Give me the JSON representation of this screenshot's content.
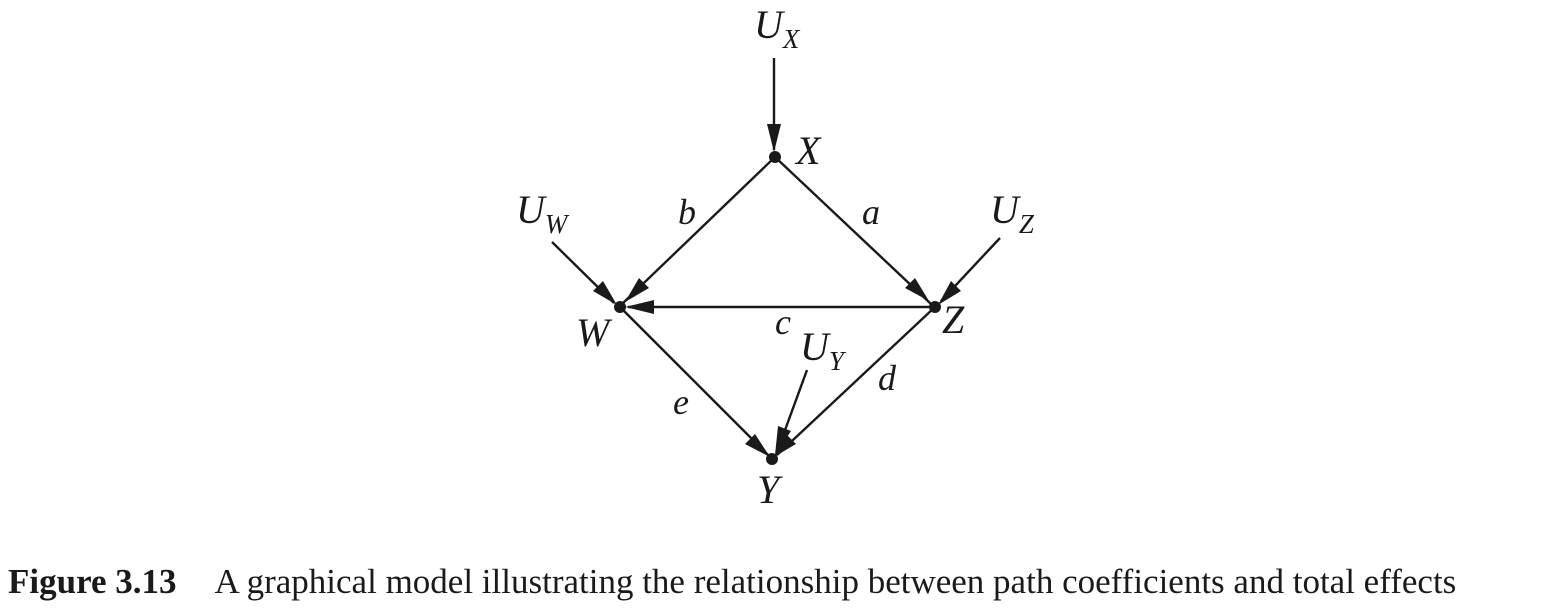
{
  "diagram": {
    "nodes": [
      {
        "id": "X",
        "label": "X"
      },
      {
        "id": "W",
        "label": "W"
      },
      {
        "id": "Z",
        "label": "Z"
      },
      {
        "id": "Y",
        "label": "Y"
      }
    ],
    "error_terms": [
      {
        "id": "UX",
        "base": "U",
        "sub": "X",
        "target": "X"
      },
      {
        "id": "UW",
        "base": "U",
        "sub": "W",
        "target": "W"
      },
      {
        "id": "UZ",
        "base": "U",
        "sub": "Z",
        "target": "Z"
      },
      {
        "id": "UY",
        "base": "U",
        "sub": "Y",
        "target": "Y"
      }
    ],
    "edges": [
      {
        "from": "X",
        "to": "W",
        "label": "b"
      },
      {
        "from": "X",
        "to": "Z",
        "label": "a"
      },
      {
        "from": "Z",
        "to": "W",
        "label": "c"
      },
      {
        "from": "W",
        "to": "Y",
        "label": "e"
      },
      {
        "from": "Z",
        "to": "Y",
        "label": "d"
      }
    ]
  },
  "caption": {
    "number": "Figure 3.13",
    "text": "A graphical model illustrating the relationship between path coefficients and total effects"
  }
}
